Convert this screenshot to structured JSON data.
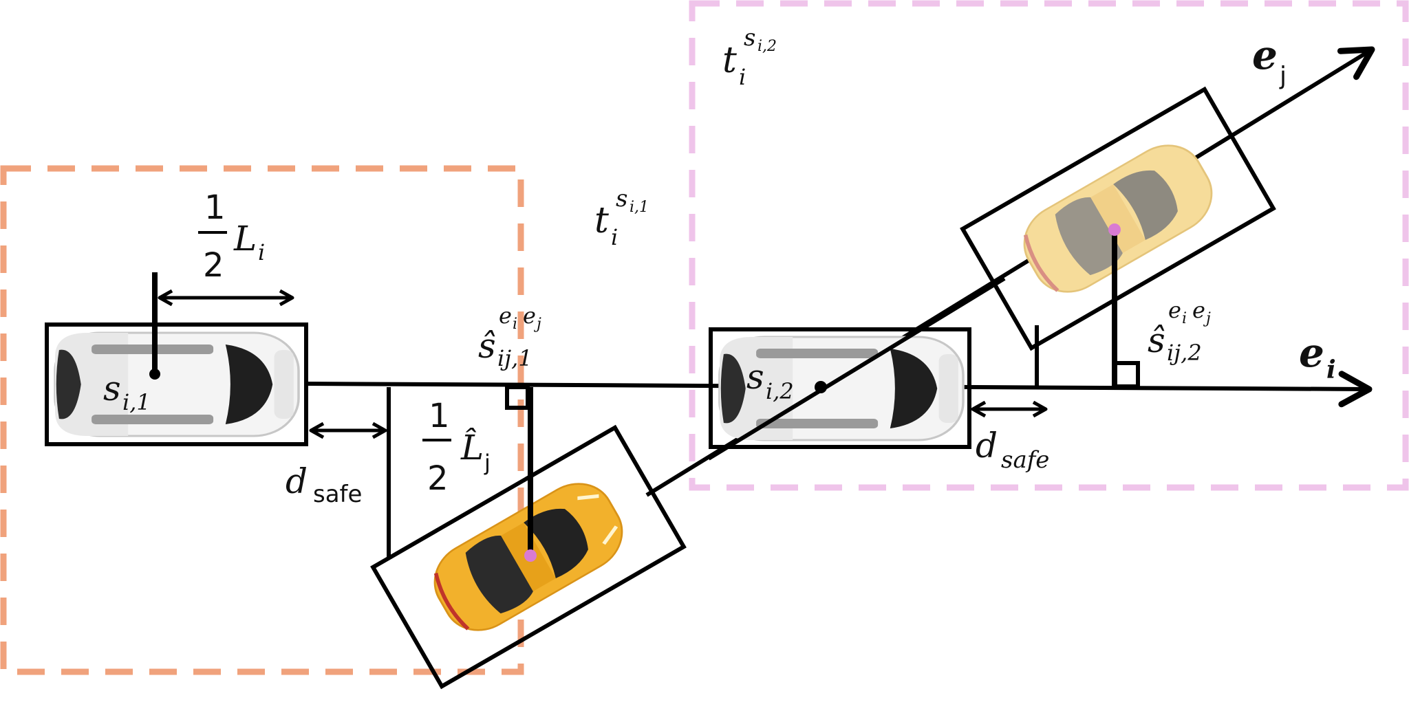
{
  "colors": {
    "zone1_border": "#f0a27c",
    "zone2_border": "#efc4ea",
    "line": "#000000",
    "white_car": "#f3f3f3",
    "yellow_car": "#f2b12c",
    "pale_yellow_car": "#f6dc9a",
    "center_dot_pink": "#d97bd3"
  },
  "labels": {
    "half": {
      "num": "1",
      "den": "2"
    },
    "L_i": "L",
    "L_i_sub": "i",
    "L_j_hat": "L̂",
    "L_j_sub": "j",
    "d_safe_1": "d",
    "d_safe_1_sub": "safe",
    "d_safe_2": "d",
    "d_safe_2_sub": "safe",
    "s_i1": "s",
    "s_i1_sub": "i,1",
    "s_i2": "s",
    "s_i2_sub": "i,2",
    "s_hat_1": "ŝ",
    "s_hat_1_sub": "ij,1",
    "s_hat_1_sup": "e",
    "s_hat_1_sup_i": "i",
    "s_hat_1_sup_j": "j",
    "s_hat_2": "ŝ",
    "s_hat_2_sub": "ij,2",
    "s_hat_2_sup": "e",
    "s_hat_2_sup_i": "i",
    "s_hat_2_sup_j": "j",
    "t_1": "t",
    "t_1_sub": "i",
    "t_1_sup": "s",
    "t_1_sup_sub": "i,1",
    "t_2": "t",
    "t_2_sub": "i",
    "t_2_sup": "s",
    "t_2_sup_sub": "i,2",
    "e_i": "e",
    "e_i_sub": "i",
    "e_j": "e",
    "e_j_sub": "j"
  }
}
